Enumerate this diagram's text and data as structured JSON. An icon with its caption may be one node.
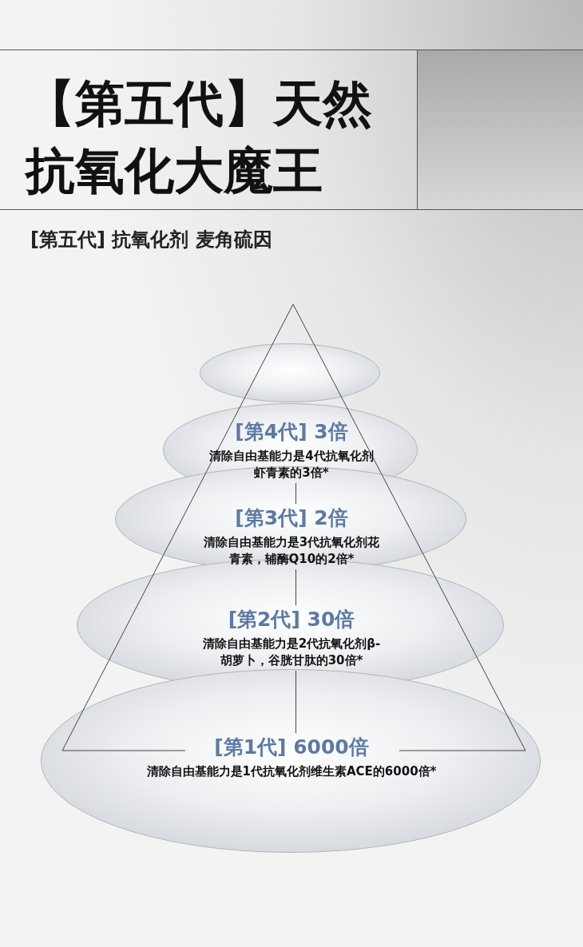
{
  "diagram": {
    "title": "【第五代】天然抗氧化大魔王",
    "nodes": [
      {
        "text": [],
        "shape": "ellipse"
      },
      {
        "text": [
          "[第4代] 3倍",
          "清除自由基能力是4代抗氧化剂虾青素的3倍*"
        ]
      },
      {
        "text": [
          "[第3代] 2倍",
          "清除自由基能力是3代抗氧化剂花青素，辅酶Q10的2倍*"
        ]
      },
      {
        "text": [
          "[第2代] 30倍",
          "清除自由基能力是2代抗氧化剂β-胡萝卜，谷胱甘肽的30倍*"
        ]
      },
      {
        "text": [
          "[第1代] 6000倍",
          "清除自由基能力是1代抗氧化剂维生素ACE的6000倍*"
        ]
      }
    ],
    "edges": [
      {
        "from": 1,
        "to": 2,
        "arrow": "none"
      },
      {
        "from": 2,
        "to": 3,
        "arrow": "none"
      },
      {
        "from": 3,
        "to": 4,
        "arrow": "none"
      }
    ],
    "labels": [
      "[第五代] 抗氧化剂 麦角硫因"
    ]
  }
}
